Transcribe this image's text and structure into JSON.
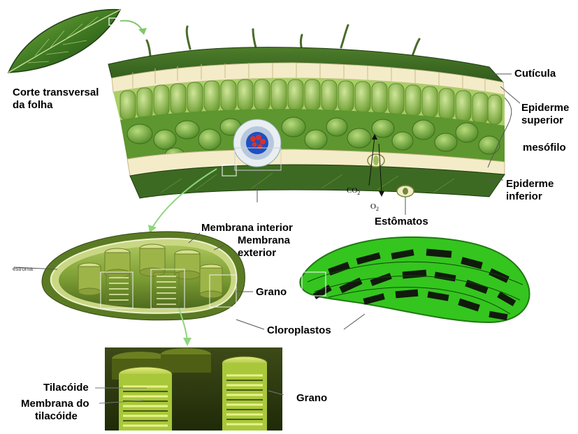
{
  "labels": {
    "leaf_section": [
      "Corte transversal",
      "da folha"
    ],
    "cuticle": "Cutícula",
    "upper_epidermis": [
      "Epiderme",
      "superior"
    ],
    "mesophyll": "mesófilo",
    "lower_epidermis": [
      "Epiderme",
      "inferior"
    ],
    "stomata": "Estômatos",
    "co2": "CO",
    "co2_sub": "2",
    "o2": "O",
    "o2_sub": "2",
    "inner_membrane": "Membrana interior",
    "outer_membrane": [
      "Membrana",
      "exterior"
    ],
    "stroma": "estroma",
    "granum": "Grano",
    "chloroplasts": "Cloroplastos",
    "thylakoid": "Tilacóide",
    "thylakoid_membrane": [
      "Membrana do",
      "tilacóide"
    ],
    "granum_detail": "Grano"
  },
  "colors": {
    "leaf_dark": "#2f5a1c",
    "leaf_mid": "#6f9a3a",
    "epidermis_cream": "#f4ecc8",
    "palisade_green": "#b9d97a",
    "spongy_green": "#8dbb4f",
    "chloroplast_bright": "#35c51f",
    "chloroplast_dark": "#111a0c",
    "detail_green": "#a8c83a"
  }
}
